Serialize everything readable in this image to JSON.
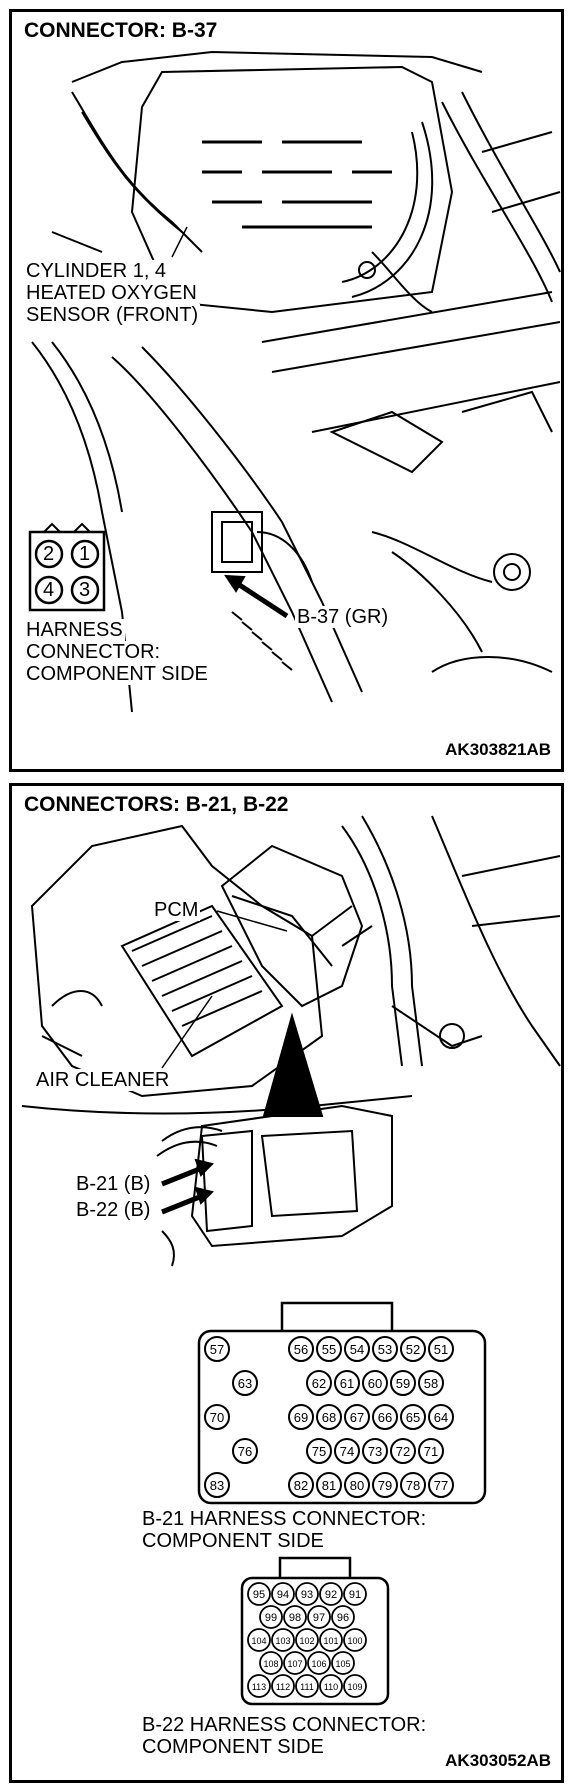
{
  "panel1": {
    "title": "CONNECTOR: B-37",
    "sensor_label": [
      "CYLINDER 1, 4",
      "HEATED OXYGEN",
      "SENSOR (FRONT)"
    ],
    "connector_pins": [
      "2",
      "1",
      "4",
      "3"
    ],
    "connector_caption": [
      "HARNESS",
      "CONNECTOR:",
      "COMPONENT SIDE"
    ],
    "connector_callout": "B-37 (GR)",
    "code": "AK303821AB"
  },
  "panel2": {
    "title": "CONNECTORS: B-21, B-22",
    "pcm_label": "PCM",
    "air_cleaner_label": "AIR CLEANER",
    "callout_b21": "B-21 (B)",
    "callout_b22": "B-22 (B)",
    "b21_pins": {
      "row1": [
        "57",
        "56",
        "55",
        "54",
        "53",
        "52",
        "51"
      ],
      "row2": [
        "63",
        "62",
        "61",
        "60",
        "59",
        "58"
      ],
      "row3": [
        "70",
        "69",
        "68",
        "67",
        "66",
        "65",
        "64"
      ],
      "row4": [
        "76",
        "75",
        "74",
        "73",
        "72",
        "71"
      ],
      "row5": [
        "83",
        "82",
        "81",
        "80",
        "79",
        "78",
        "77"
      ]
    },
    "b21_caption": [
      "B-21 HARNESS CONNECTOR:",
      "COMPONENT SIDE"
    ],
    "b22_pins": {
      "row1": [
        "95",
        "94",
        "93",
        "92",
        "91"
      ],
      "row2": [
        "99",
        "98",
        "97",
        "96"
      ],
      "row3": [
        "104",
        "103",
        "102",
        "101",
        "100"
      ],
      "row4": [
        "108",
        "107",
        "106",
        "105"
      ],
      "row5": [
        "113",
        "112",
        "111",
        "110",
        "109"
      ]
    },
    "b22_caption": [
      "B-22 HARNESS CONNECTOR:",
      "COMPONENT SIDE"
    ],
    "code": "AK303052AB"
  }
}
